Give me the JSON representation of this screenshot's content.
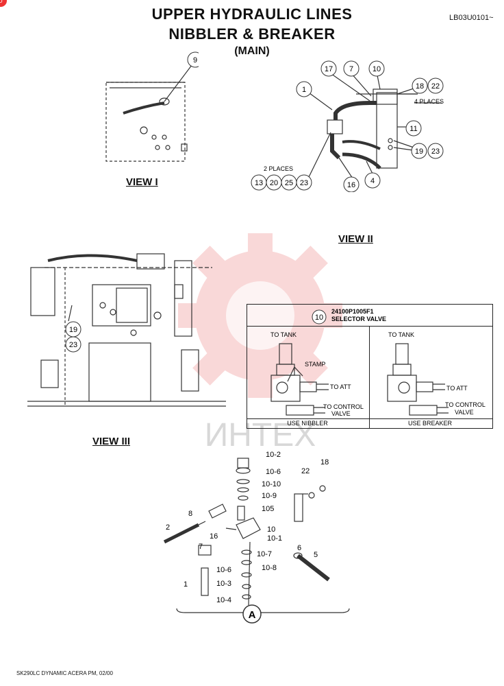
{
  "header": {
    "title_line1": "UPPER HYDRAULIC LINES",
    "title_line2": "NIBBLER & BREAKER",
    "title_line3": "(MAIN)",
    "code": "LB03U0101~"
  },
  "corner_badge": "0",
  "views": {
    "view1": "VIEW  I",
    "view2": "VIEW  II",
    "view3": "VIEW  III"
  },
  "view1_callouts": [
    "9"
  ],
  "view2_callouts": {
    "top": [
      "17",
      "7",
      "10"
    ],
    "right_pair": [
      "18",
      "22"
    ],
    "four_places": "4 PLACES",
    "left": "1",
    "right": "11",
    "right_lower": [
      "19",
      "23"
    ],
    "two_places": "2 PLACES",
    "bottom": [
      "13",
      "20",
      "25",
      "23"
    ],
    "bottom_16": "16",
    "bottom_4": "4"
  },
  "view3_callouts": [
    "19",
    "23"
  ],
  "selector_box": {
    "callout": "10",
    "part_no": "24100P1005F1",
    "name": "SELECTOR VALVE",
    "left": {
      "to_tank": "TO TANK",
      "stamp": "STAMP",
      "to_att": "TO ATT",
      "to_control": "TO CONTROL",
      "valve": "VALVE",
      "caption": "USE NIBBLER"
    },
    "right": {
      "to_tank": "TO TANK",
      "to_att": "TO ATT",
      "to_control": "TO CONTROL",
      "valve": "VALVE",
      "caption": "USE BREAKER"
    }
  },
  "detail_a": {
    "labels": [
      "10-2",
      "10-6",
      "10-10",
      "10-9",
      "105",
      "10",
      "10-1",
      "10-7",
      "10-8",
      "10-6",
      "10-3",
      "10-4",
      "22",
      "18",
      "8",
      "2",
      "16",
      "7",
      "6",
      "5",
      "1"
    ],
    "circle_label": "A"
  },
  "watermark": "ИНТЕХ",
  "footer": "SK290LC DYNAMIC ACERA PM, 02/00"
}
